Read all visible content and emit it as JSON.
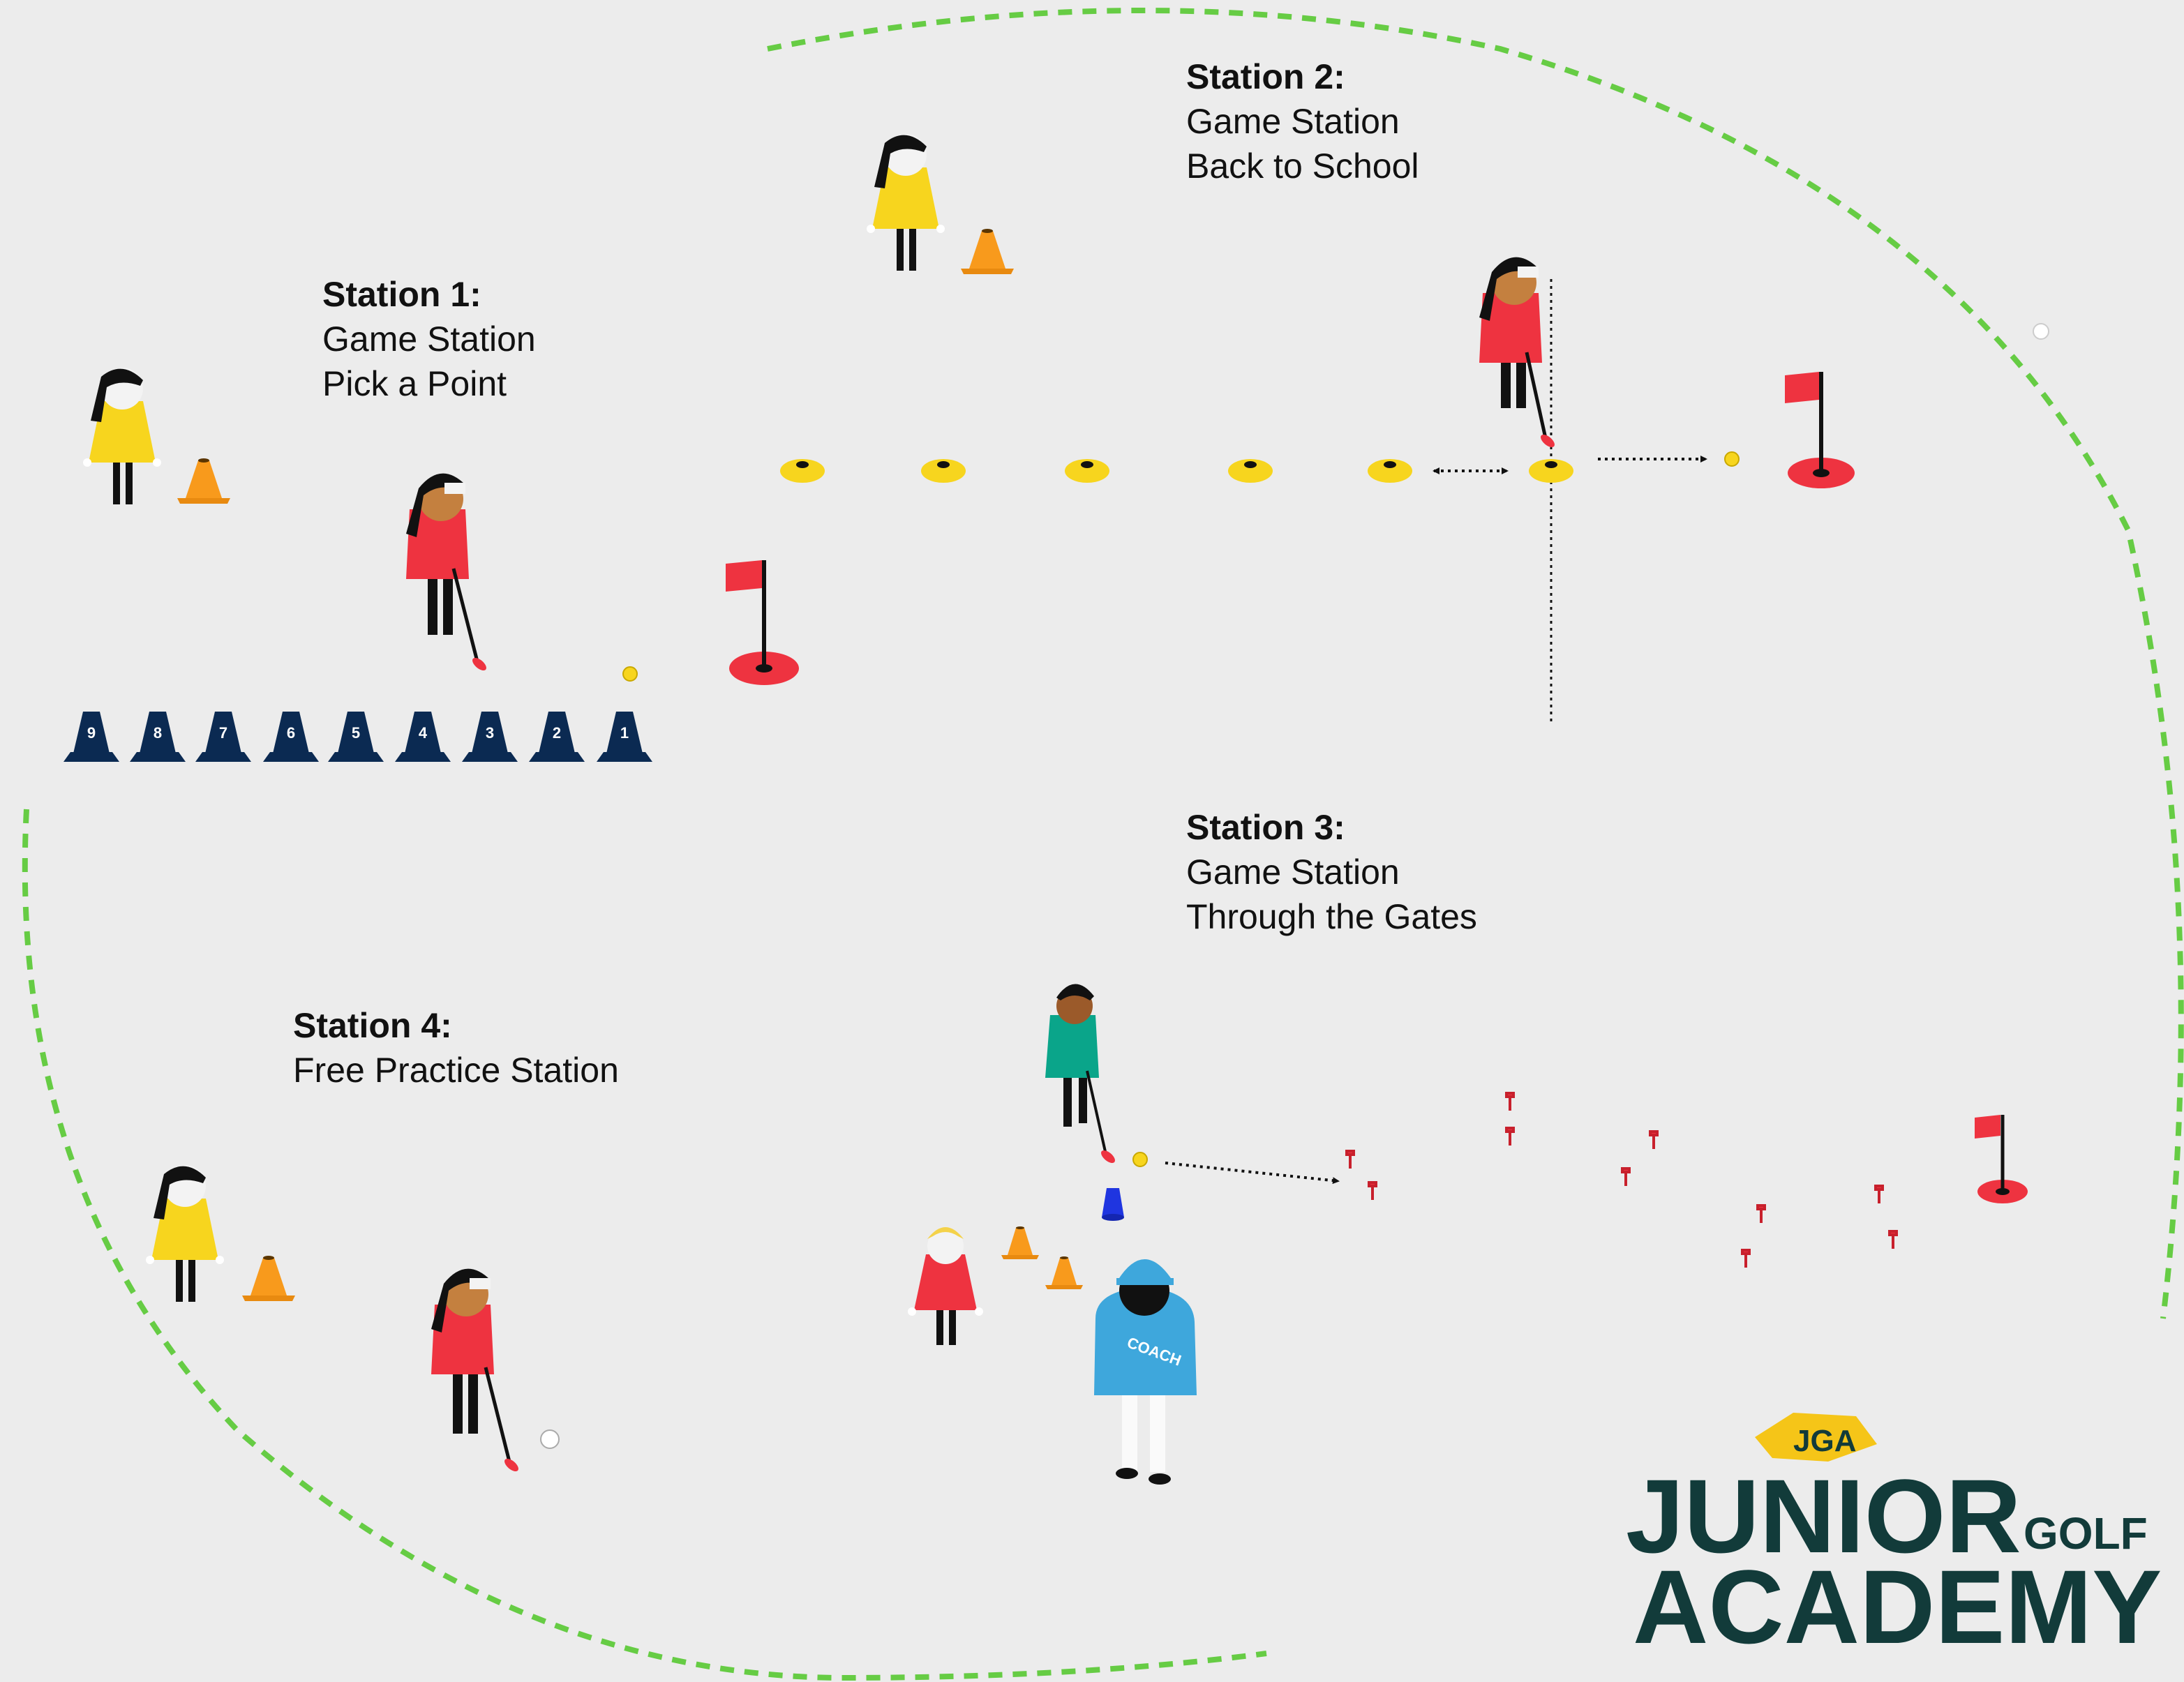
{
  "stations": [
    {
      "heading": "Station 1:",
      "line1": "Game Station",
      "line2": "Pick a Point"
    },
    {
      "heading": "Station 2:",
      "line1": "Game Station",
      "line2": "Back to School"
    },
    {
      "heading": "Station 3:",
      "line1": "Game Station",
      "line2": "Through the Gates"
    },
    {
      "heading": "Station 4:",
      "line1": "Free Practice Station"
    }
  ],
  "cone_numbers": [
    "9",
    "8",
    "7",
    "6",
    "5",
    "4",
    "3",
    "2",
    "1"
  ],
  "coach_badge": "COACH",
  "logo": {
    "line1": "JUNIOR",
    "small": "GOLF",
    "line2": "ACADEMY",
    "emblem": "JGA"
  },
  "colors": {
    "background": "#ececec",
    "boundary": "#66cc44",
    "red": "#ee3340",
    "yellow": "#f7d51e",
    "orange": "#f89a1c",
    "navy": "#0b2a52",
    "teal": "#0aa58a",
    "coach_blue": "#3ea7dc",
    "logo_dark": "#123b3a",
    "logo_yellow": "#f5c518"
  }
}
